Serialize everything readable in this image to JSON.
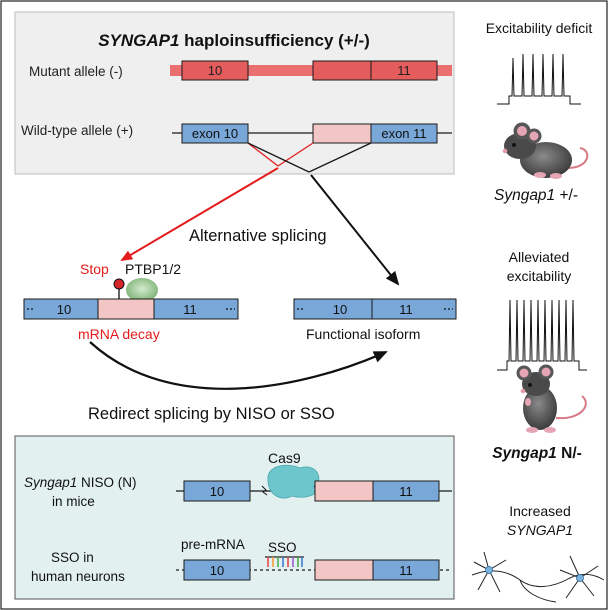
{
  "top_panel": {
    "title_gene": "SYNGAP1",
    "title_rest": " haploinsufficiency (+/-)",
    "mutant_label": "Mutant allele (-)",
    "wildtype_label": "Wild-type allele (+)",
    "mutant_exon_a": "10",
    "mutant_exon_b": "11",
    "wt_exon_a": "exon 10",
    "wt_exon_b": "exon 11"
  },
  "middle": {
    "alt_splicing": "Alternative splicing",
    "stop": "Stop",
    "ptbp": "PTBP1/2",
    "decay_exon_a": "10",
    "decay_exon_b": "11",
    "decay_label": "mRNA decay",
    "func_exon_a": "10",
    "func_exon_b": "11",
    "func_label": "Functional isoform",
    "redirect": "Redirect splicing by NISO or SSO"
  },
  "bottom_panel": {
    "niso_gene": "Syngap1",
    "niso_rest": " NISO (N)",
    "niso_line2": "in mice",
    "cas9": "Cas9",
    "niso_exon_a": "10",
    "niso_exon_b": "11",
    "sso_line1": "SSO in",
    "sso_line2": "human neurons",
    "premrna": "pre-mRNA",
    "sso": "SSO",
    "sso_exon_a": "10",
    "sso_exon_b": "11"
  },
  "right": {
    "deficit": "Excitability deficit",
    "mouse1_gene": "Syngap1",
    "mouse1_genotype": " +/-",
    "alleviated_1": "Alleviated",
    "alleviated_2": "excitability",
    "mouse2_gene": "Syngap1",
    "mouse2_genotype": " N/-",
    "increased": "Increased",
    "increased_gene": "SYNGAP1"
  },
  "colors": {
    "exon_blue": "#79a8d8",
    "alt_exon_pink": "#f3c6c6",
    "mutant_red": "#e8585a",
    "arrow_red": "#e31b1b",
    "panel_grey": "#efefef",
    "panel_teal": "#e2f0f0",
    "ptbp_green": "#8dbf86",
    "cas9_teal": "#6cc6cc"
  }
}
